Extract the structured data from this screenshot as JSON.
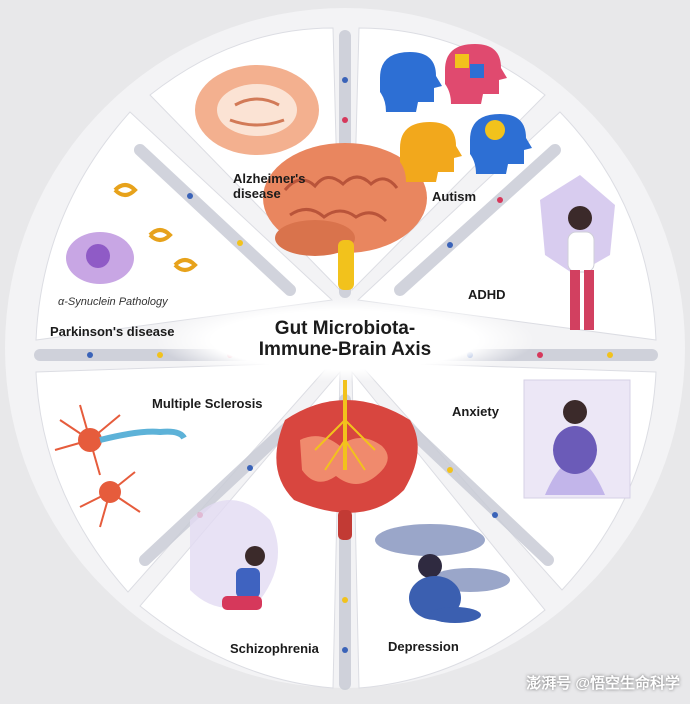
{
  "center": {
    "title_line1": "Gut Microbiota-",
    "title_line2": "Immune-Brain Axis"
  },
  "segments": {
    "alzheimers": "Alzheimer's disease",
    "autism": "Autism",
    "adhd": "ADHD",
    "anxiety": "Anxiety",
    "depression": "Depression",
    "schizophrenia": "Schizophrenia",
    "multiple_sclerosis": "Multiple Sclerosis",
    "parkinsons": "Parkinson's disease",
    "synuclein": "α-Synuclein Pathology"
  },
  "watermark": "澎湃号 @悟空生命科学",
  "colors": {
    "background": "#e8e8ea",
    "segment_fill": "#ffffff",
    "divider": "#c9ccd6",
    "brain": "#e9865f",
    "gut": "#d8463f",
    "nerve": "#f2c21c"
  }
}
